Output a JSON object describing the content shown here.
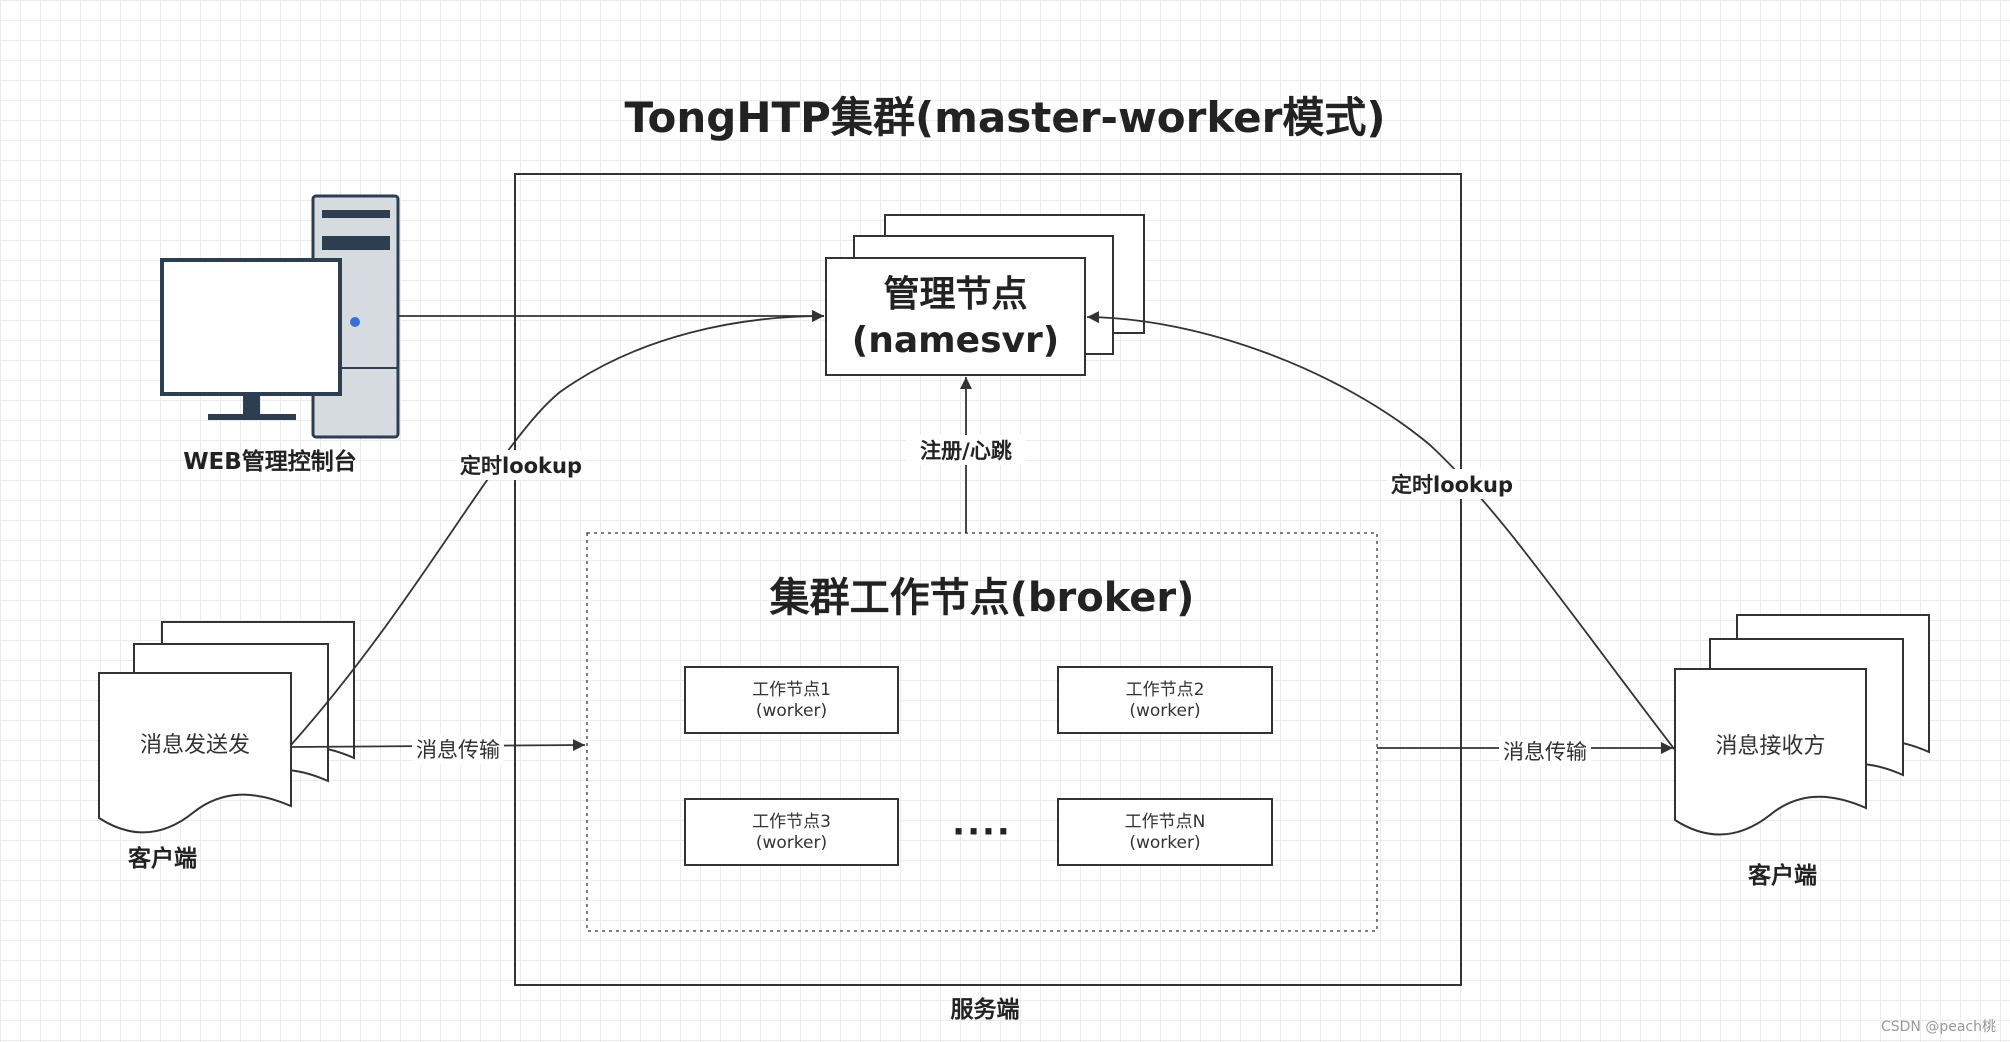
{
  "title": "TongHTP集群(master-worker模式)",
  "console": {
    "label": "WEB管理控制台",
    "icon": "computer-icon"
  },
  "server": {
    "label": "服务端"
  },
  "namesvr": {
    "line1": "管理节点",
    "line2": "(namesvr)"
  },
  "broker": {
    "title": "集群工作节点(broker)",
    "nodes": [
      {
        "name": "工作节点1",
        "role": "(worker)"
      },
      {
        "name": "工作节点2",
        "role": "(worker)"
      },
      {
        "name": "工作节点3",
        "role": "(worker)"
      },
      {
        "name": "工作节点N",
        "role": "(worker)"
      }
    ],
    "ellipsis": "····"
  },
  "sender": {
    "label": "消息发送发",
    "client_label": "客户端"
  },
  "receiver": {
    "label": "消息接收方",
    "client_label": "客户端"
  },
  "edges": {
    "register": "注册/心跳",
    "lookup_left": "定时lookup",
    "lookup_right": "定时lookup",
    "transfer_left": "消息传输",
    "transfer_right": "消息传输"
  },
  "colors": {
    "line": "#333333",
    "monitor_frame": "#2c3e50",
    "tower_body": "#d6dbdf",
    "led": "#3a6fd8"
  },
  "watermark": "CSDN @peach桃"
}
